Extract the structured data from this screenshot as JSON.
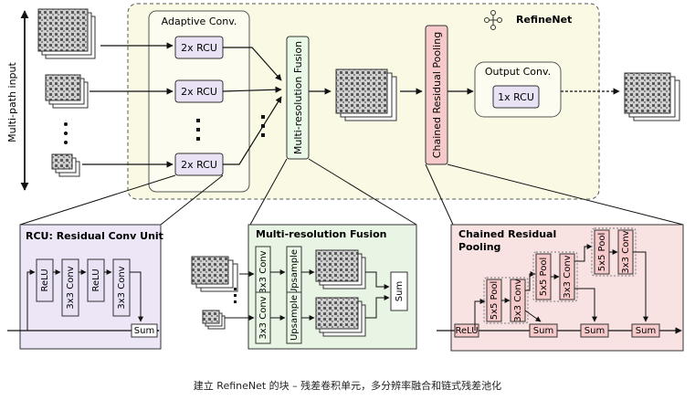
{
  "side_label": "Multi-path input",
  "refinenet_label": "RefineNet",
  "adaptive_conv_label": "Adaptive Conv.",
  "rcu2x_label": "2x RCU",
  "mrf_label": "Multi-resolution Fusion",
  "crp_label": "Chained Residual Pooling",
  "output_conv_label": "Output Conv.",
  "rcu1x_label": "1x RCU",
  "rcu_panel": {
    "title": "RCU: Residual Conv Unit",
    "relu": "ReLU",
    "conv": "3x3 Conv",
    "sum": "Sum"
  },
  "mrf_panel": {
    "title": "Multi-resolution Fusion",
    "conv": "3x3 Conv",
    "upsample": "Upsample",
    "sum": "Sum"
  },
  "crp_panel": {
    "title_line1": "Chained Residual",
    "title_line2": "Pooling",
    "relu": "ReLU",
    "pool": "5x5 Pool",
    "conv": "3x3 Conv",
    "sum": "Sum"
  },
  "colors": {
    "refinenet_bg": "#fafae4",
    "block_fill": "#e8e2f4",
    "rcu_panel_bg": "#ede6f7",
    "mrf_panel_bg": "#e8f5e4",
    "mrf_box_fill": "#eaf8e8",
    "crp_panel_bg": "#f8e2e2",
    "crp_box_fill": "#f6caca"
  },
  "caption": "建立 RefineNet 的块 – 残差卷积单元，多分辨率融合和链式残差池化"
}
